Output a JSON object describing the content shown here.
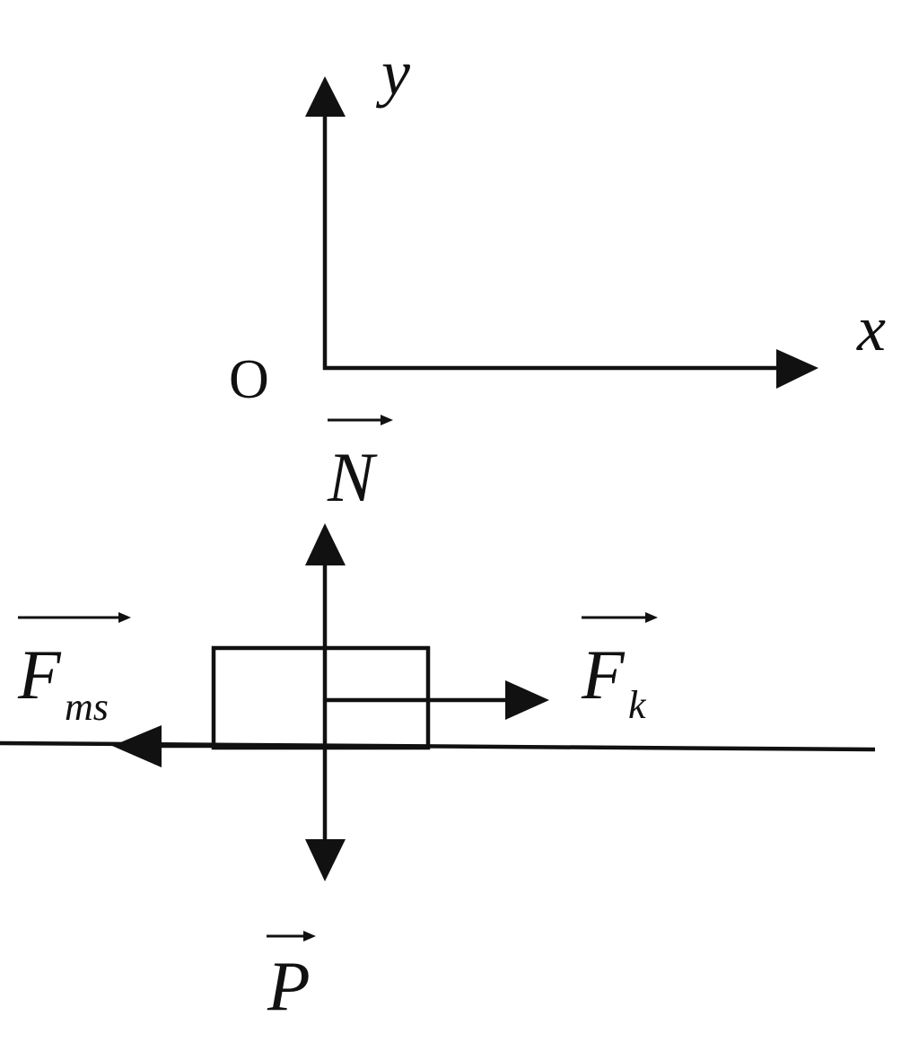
{
  "axes": {
    "y_label": "y",
    "x_label": "x",
    "origin_label": "O"
  },
  "forces": {
    "normal": {
      "symbol": "N"
    },
    "weight": {
      "symbol": "P"
    },
    "traction": {
      "symbol": "F",
      "subscript": "k"
    },
    "friction": {
      "symbol": "F",
      "subscript": "ms"
    }
  },
  "colors": {
    "ink": "#111111",
    "background": "#ffffff"
  }
}
